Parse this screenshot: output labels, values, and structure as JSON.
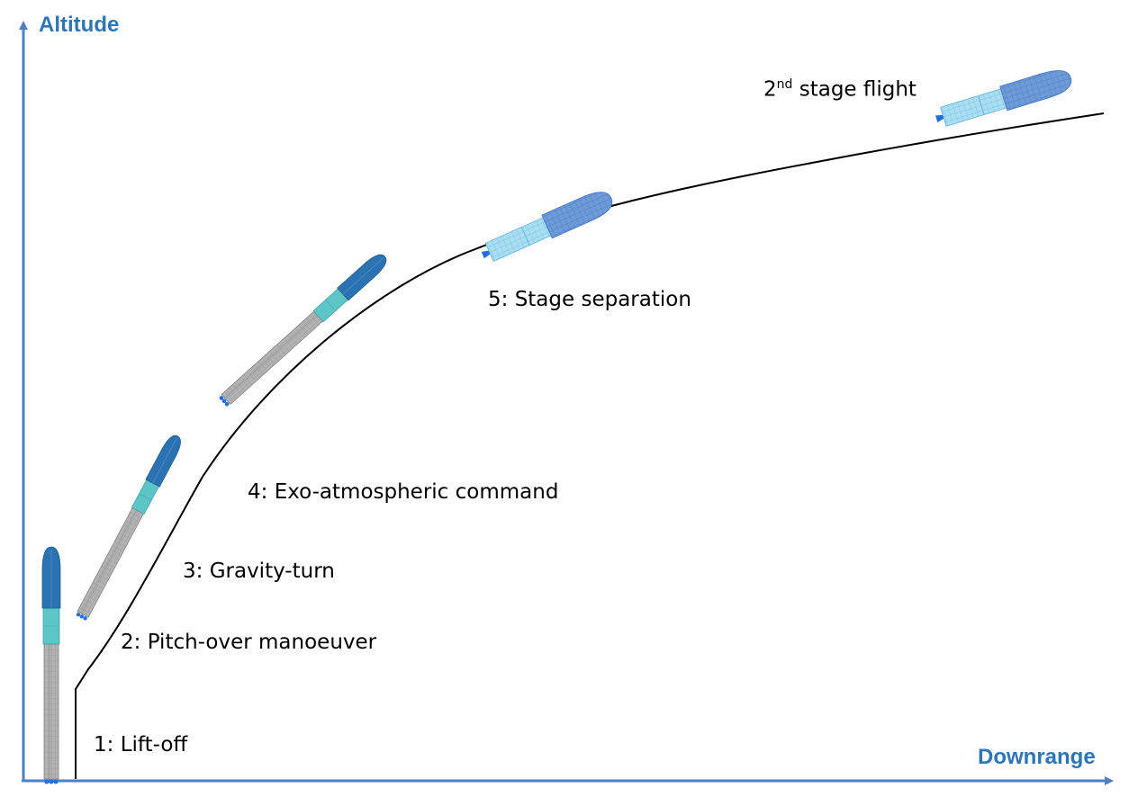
{
  "axes": {
    "y_title": "Altitude",
    "x_title": "Downrange",
    "color": "#2e75b6"
  },
  "phases": {
    "lift_off": "1: Lift-off",
    "pitch_over": "2: Pitch-over manoeuver",
    "gravity_turn": "3: Gravity-turn",
    "exo_command": "4: Exo-atmospheric command",
    "stage_separation": "5: Stage separation",
    "second_stage_num": "2",
    "second_stage_sup": "nd",
    "second_stage_rest": " stage flight"
  },
  "colors": {
    "trajectory": "#000000",
    "first_stage_body": "#a6a6a6",
    "interstage": "#5cc6c6",
    "fairing": "#2a73b0",
    "second_stage_body": "#9fd8ee",
    "second_stage_fairing": "#5b8fd1",
    "engine_plume": "#1f6fe0"
  }
}
